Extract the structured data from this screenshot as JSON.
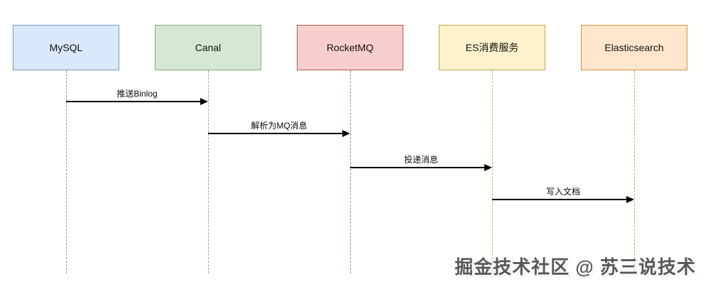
{
  "diagram": {
    "type": "sequence",
    "participants": [
      {
        "id": "mysql",
        "label": "MySQL",
        "fill": "#dae8fc",
        "stroke": "#7d97bd",
        "lifeline": "#9a9a9a"
      },
      {
        "id": "canal",
        "label": "Canal",
        "fill": "#d5e8d4",
        "stroke": "#84a87f",
        "lifeline": "#9aa29a"
      },
      {
        "id": "rocketmq",
        "label": "RocketMQ",
        "fill": "#f8cecc",
        "stroke": "#b05a50",
        "lifeline": "#ab837d"
      },
      {
        "id": "es-consumer",
        "label": "ES消费服务",
        "fill": "#fff2cc",
        "stroke": "#c2a64f",
        "lifeline": "#c4b069"
      },
      {
        "id": "elasticsearch",
        "label": "Elasticsearch",
        "fill": "#ffe6cc",
        "stroke": "#cf953c",
        "lifeline": "#c8a765"
      }
    ],
    "messages": [
      {
        "from": "mysql",
        "to": "canal",
        "label": "推送Binlog"
      },
      {
        "from": "canal",
        "to": "rocketmq",
        "label": "解析为MQ消息"
      },
      {
        "from": "rocketmq",
        "to": "es-consumer",
        "label": "投递消息"
      },
      {
        "from": "es-consumer",
        "to": "elasticsearch",
        "label": "写入文档"
      }
    ],
    "arrow_color": "#000000",
    "text_color": "#0d0d0d"
  },
  "watermark": {
    "text": "掘金技术社区 @ 苏三说技术"
  }
}
